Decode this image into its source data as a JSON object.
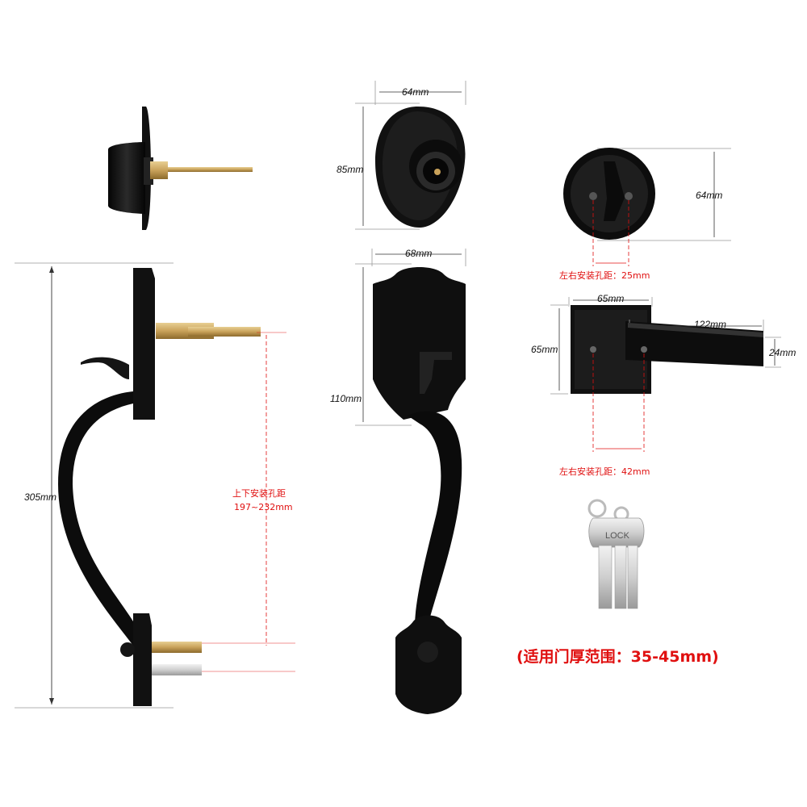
{
  "dimensions": {
    "deadbolt_width": "64mm",
    "deadbolt_height": "85mm",
    "handle_plate_width": "68mm",
    "handle_plate_height": "110mm",
    "handle_total_height": "305mm",
    "rose_height": "64mm",
    "lever_plate": "65mm",
    "lever_plate_height": "65mm",
    "lever_length": "122mm",
    "lever_width": "24mm"
  },
  "annotations": {
    "rose_hole_spacing": "左右安装孔距：25mm",
    "lever_hole_spacing": "左右安装孔距：42mm",
    "vertical_hole_spacing_label": "上下安装孔距",
    "vertical_hole_spacing_value": "197~232mm",
    "door_thickness": "(适用门厚范围：35-45mm)"
  },
  "key_label": "LOCK",
  "colors": {
    "hardware": "#121212",
    "brass": "#c9a25a",
    "annotation_red": "#e01010",
    "dimension_line": "#333333"
  }
}
